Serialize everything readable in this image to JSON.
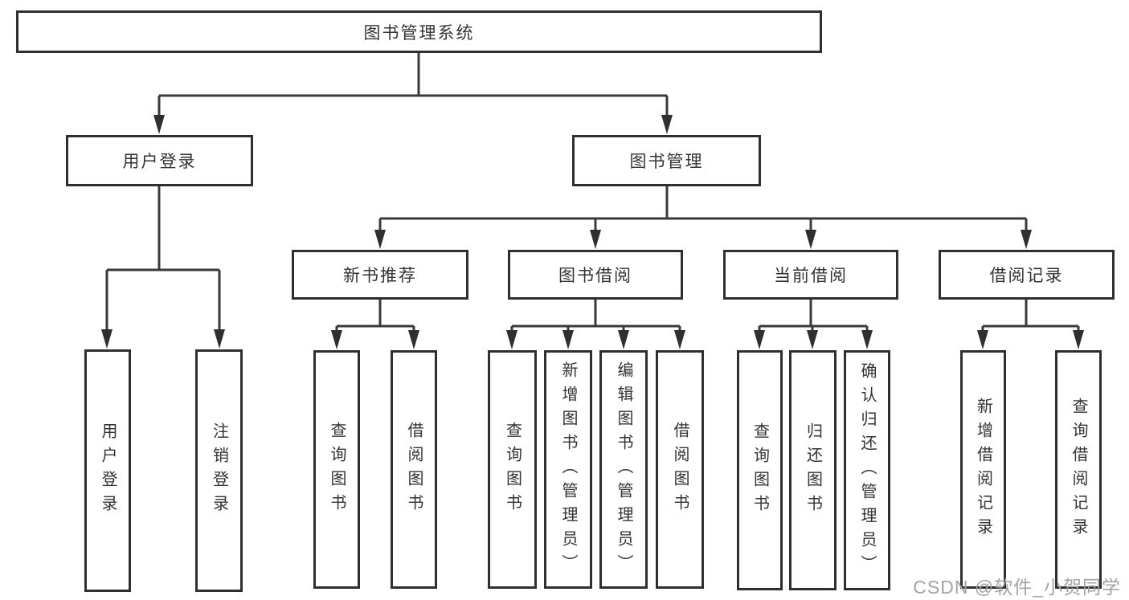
{
  "diagram": {
    "type": "hierarchy-tree",
    "title": "图书管理系统",
    "watermark": "CSDN @软件_小贺同学",
    "colors": {
      "background": "#ffffff",
      "box_border": "#2f2f2f",
      "box_fill": "#ffffff",
      "line": "#3a3a3a",
      "text": "#333333",
      "watermark_text": "#a3a3a3"
    },
    "nodes": {
      "root": {
        "label": "图书管理系统"
      },
      "user_login": {
        "label": "用户登录"
      },
      "book_mgmt": {
        "label": "图书管理"
      },
      "new_book_rec": {
        "label": "新书推荐"
      },
      "book_borrow": {
        "label": "图书借阅"
      },
      "current_borrow": {
        "label": "当前借阅"
      },
      "borrow_record": {
        "label": "借阅记录"
      },
      "leaf_user_login": {
        "label": "用户登录"
      },
      "leaf_logout": {
        "label": "注销登录"
      },
      "leaf_nbr_query": {
        "label": "查询图书"
      },
      "leaf_nbr_borrow": {
        "label": "借阅图书"
      },
      "leaf_bb_query": {
        "label": "查询图书"
      },
      "leaf_bb_add": {
        "label": "新增图书（管理员）"
      },
      "leaf_bb_edit": {
        "label": "编辑图书（管理员）"
      },
      "leaf_bb_borrow": {
        "label": "借阅图书"
      },
      "leaf_cb_query": {
        "label": "查询图书"
      },
      "leaf_cb_return": {
        "label": "归还图书"
      },
      "leaf_cb_confirm": {
        "label": "确认归还（管理员）"
      },
      "leaf_br_add": {
        "label": "新增借阅记录"
      },
      "leaf_br_query": {
        "label": "查询借阅记录"
      }
    },
    "hierarchy": {
      "图书管理系统": {
        "用户登录": [
          "用户登录",
          "注销登录"
        ],
        "图书管理": {
          "新书推荐": [
            "查询图书",
            "借阅图书"
          ],
          "图书借阅": [
            "查询图书",
            "新增图书（管理员）",
            "编辑图书（管理员）",
            "借阅图书"
          ],
          "当前借阅": [
            "查询图书",
            "归还图书",
            "确认归还（管理员）"
          ],
          "借阅记录": [
            "新增借阅记录",
            "查询借阅记录"
          ]
        }
      }
    }
  }
}
